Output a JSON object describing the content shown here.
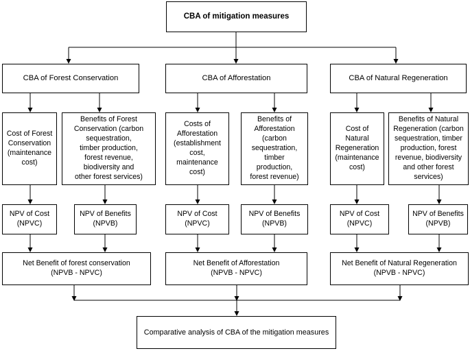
{
  "root": "CBA of mitigation measures",
  "columns": [
    {
      "header": "CBA of Forest Conservation",
      "cost": "Cost of Forest\nConservation\n(maintenance\ncost)",
      "benefit": "Benefits of Forest\nConservation (carbon\nsequestration,\ntimber production,\nforest revenue,\nbiodiversity and\nother forest services)",
      "npv_cost_title": "NPV of Cost",
      "npv_cost_sym": "(NPVC)",
      "npv_benefit_title": "NPV of Benefits",
      "npv_benefit_sym": "(NPVB)",
      "net_title": "Net Benefit of forest conservation",
      "net_formula": "(NPVB - NPVC)"
    },
    {
      "header": "CBA of Afforestation",
      "cost": "Costs of\nAfforestation\n(establishment\ncost,\nmaintenance\ncost)",
      "benefit": "Benefits of\nAfforestation\n(carbon\nsequestration,\ntimber\nproduction,\nforest revenue)",
      "npv_cost_title": "NPV of Cost",
      "npv_cost_sym": "(NPVC)",
      "npv_benefit_title": "NPV of Benefits",
      "npv_benefit_sym": "(NPVB)",
      "net_title": "Net Benefit of Afforestation",
      "net_formula": "(NPVB - NPVC)"
    },
    {
      "header": "CBA of Natural Regeneration",
      "cost": "Cost of\nNatural\nRegeneration\n(maintenance\ncost)",
      "benefit": "Benefits of Natural\nRegeneration (carbon\nsequestration, timber\nproduction, forest\nrevenue, biodiversity\nand other forest\nservices)",
      "npv_cost_title": "NPV of Cost",
      "npv_cost_sym": "(NPVC)",
      "npv_benefit_title": "NPV of Benefits",
      "npv_benefit_sym": "(NPVB)",
      "net_title": "Net Benefit of Natural Regeneration",
      "net_formula": "(NPVB - NPVC)"
    }
  ],
  "final": "Comparative analysis of CBA of the mitigation measures"
}
